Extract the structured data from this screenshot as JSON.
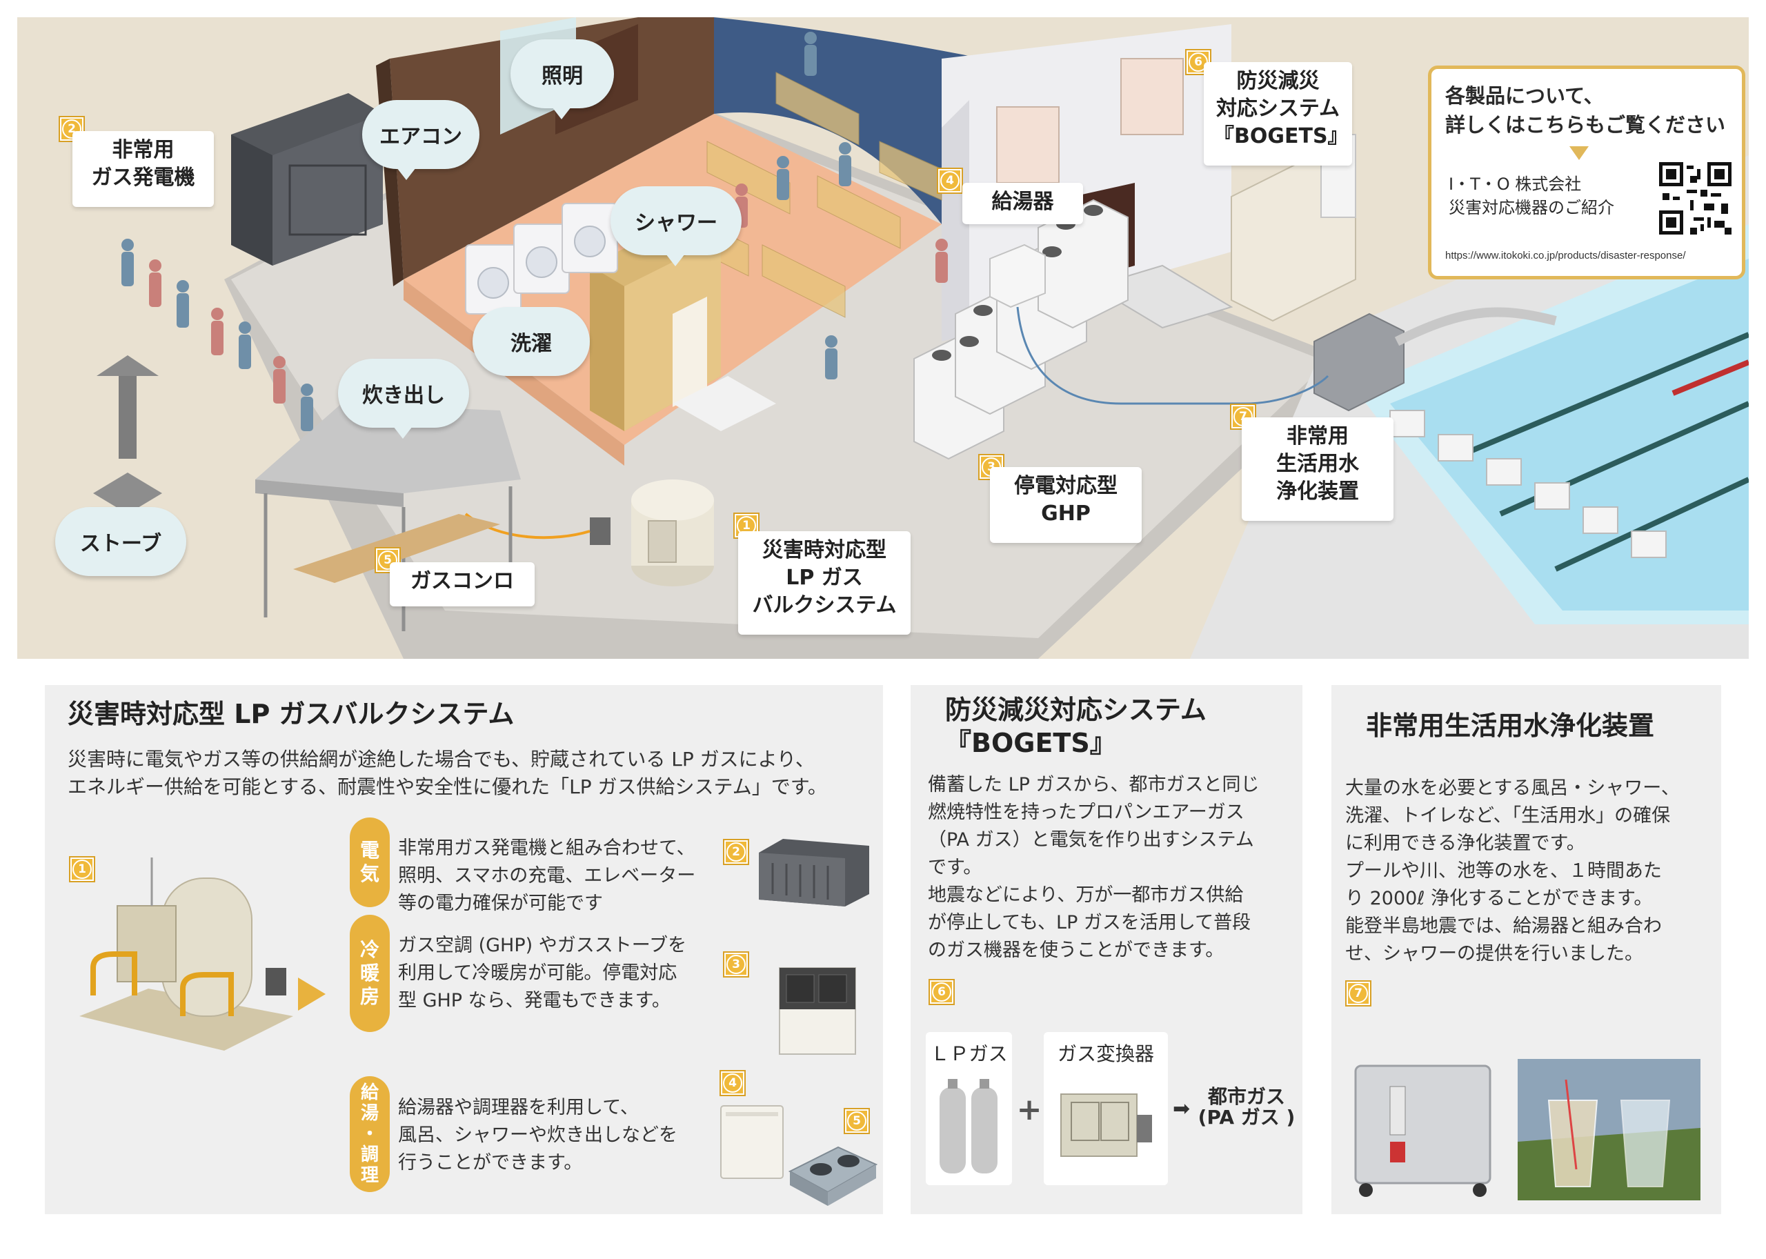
{
  "scene": {
    "bubbles": {
      "lighting": "照明",
      "aircon": "エアコン",
      "shower": "シャワー",
      "laundry": "洗濯",
      "cooking": "炊き出し",
      "stove": "ストーブ"
    },
    "labels": {
      "generator": {
        "num": "2",
        "text": "非常用\nガス発電機"
      },
      "water_heater": {
        "num": "4",
        "text": "給湯器"
      },
      "bogets": {
        "num": "6",
        "text": "防災減災\n対応システム\n『BOGETS』"
      },
      "water_purifier": {
        "num": "7",
        "text": "非常用\n生活用水\n浄化装置"
      },
      "ghp": {
        "num": "3",
        "text": "停電対応型\nGHP"
      },
      "lp_bulk": {
        "num": "1",
        "text": "災害時対応型\nLP ガス\nバルクシステム"
      },
      "gas_stove": {
        "num": "5",
        "text": "ガスコンロ"
      }
    },
    "info": {
      "heading": "各製品について、\n詳しくはこちらもご覧ください",
      "company": "I・T・O 株式会社\n災害対応機器のご紹介",
      "url": "https://www.itokoki.co.jp/products/disaster-response/"
    }
  },
  "panel1": {
    "title": "災害時対応型 LP ガスバルクシステム",
    "intro": "災害時に電気やガス等の供給網が途絶した場合でも、貯蔵されている LP ガスにより、\nエネルギー供給を可能とする、耐震性や安全性に優れた「LP ガス供給システム」です。",
    "num_main": "1",
    "rows": [
      {
        "pill": "電\n気",
        "text": "非常用ガス発電機と組み合わせて、\n照明、スマホの充電、エレベーター\n等の電力確保が可能です",
        "nums": [
          "2"
        ]
      },
      {
        "pill": "冷\n暖\n房",
        "text": "ガス空調 (GHP) やガスストーブを\n利用して冷暖房が可能。停電対応\n型 GHP なら、発電もできます。",
        "nums": [
          "3"
        ]
      },
      {
        "pill": "給\n湯\n・\n調\n理",
        "text": "給湯器や調理器を利用して、\n風呂、シャワーや炊き出しなどを\n行うことができます。",
        "nums": [
          "4",
          "5"
        ]
      }
    ]
  },
  "panel2": {
    "title": "防災減災対応システム\n『BOGETS』",
    "body": "備蓄した LP ガスから、都市ガスと同じ\n燃焼特性を持ったプロパンエアーガス\n（PA ガス）と電気を作り出すシステム\nです。\n地震などにより、万が一都市ガス供給\nが停止しても、LP ガスを活用して普段\nのガス機器を使うことができます。",
    "num": "6",
    "flow": {
      "lp": "ＬＰガス",
      "plus": "+",
      "converter": "ガス変換器",
      "arrow": "➡",
      "result": "都市ガス\n(PA ガス )"
    }
  },
  "panel3": {
    "title": "非常用生活用水浄化装置",
    "body": "大量の水を必要とする風呂・シャワー、\n洗濯、トイレなど、「生活用水」の確保\nに利用できる浄化装置です。\nプールや川、池等の水を、１時間あた\nり 2000ℓ 浄化することができます。\n能登半島地震では、給湯器と組み合わ\nせ、シャワーの提供を行いました。",
    "num": "7"
  },
  "colors": {
    "accent": "#e8b23e",
    "bubble": "#e3f0f2",
    "panel": "#efefef",
    "scene_bg": "#e9e1d1",
    "floor": "#f0b990"
  }
}
